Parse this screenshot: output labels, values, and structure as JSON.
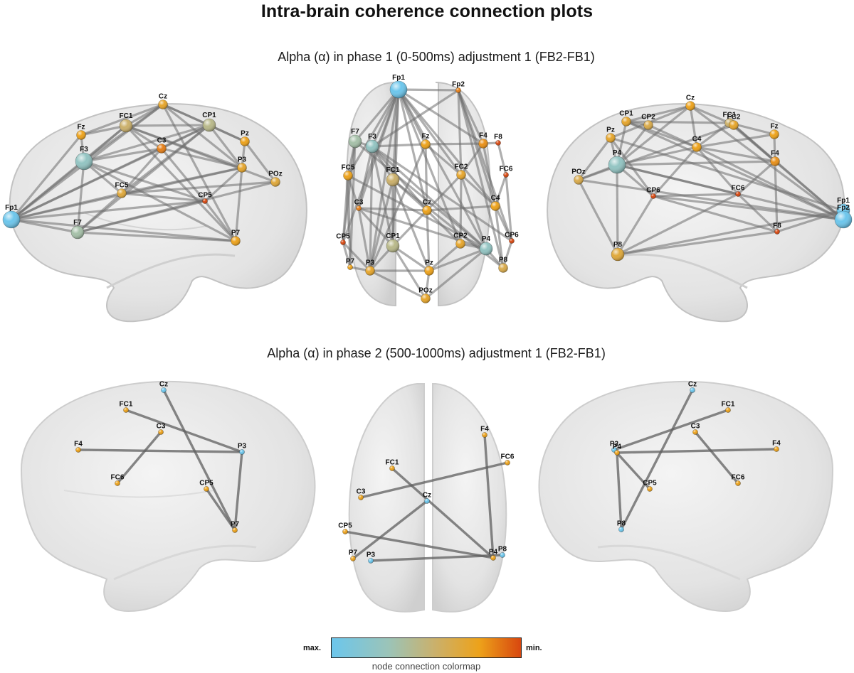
{
  "title": "Intra-brain coherence connection plots",
  "panels": [
    {
      "subtitle": "Alpha (α) in phase 1 (0-500ms) adjustment 1 (FB2-FB1)",
      "views": [
        {
          "view": "left",
          "nodes": [
            {
              "label": "Fp1",
              "level": 0.0,
              "size": "large"
            },
            {
              "label": "F7",
              "level": 0.3,
              "size": "medium"
            },
            {
              "label": "F3",
              "level": 0.2,
              "size": "large"
            },
            {
              "label": "Fz",
              "level": 0.75,
              "size": "small"
            },
            {
              "label": "FC1",
              "level": 0.5,
              "size": "medium"
            },
            {
              "label": "Cz",
              "level": 0.7,
              "size": "small"
            },
            {
              "label": "CP1",
              "level": 0.4,
              "size": "medium"
            },
            {
              "label": "Pz",
              "level": 0.75,
              "size": "small"
            },
            {
              "label": "C3",
              "level": 0.85,
              "size": "small"
            },
            {
              "label": "P3",
              "level": 0.7,
              "size": "small"
            },
            {
              "label": "POz",
              "level": 0.65,
              "size": "small"
            },
            {
              "label": "FC5",
              "level": 0.65,
              "size": "small"
            },
            {
              "label": "CP5",
              "level": 1.0,
              "size": "tiny"
            },
            {
              "label": "P7",
              "level": 0.75,
              "size": "small"
            }
          ]
        },
        {
          "view": "top",
          "nodes": [
            {
              "label": "Fp1",
              "level": 0.0,
              "size": "large"
            },
            {
              "label": "Fp2",
              "level": 0.85,
              "size": "tiny"
            },
            {
              "label": "F7",
              "level": 0.3,
              "size": "medium"
            },
            {
              "label": "F3",
              "level": 0.2,
              "size": "medium"
            },
            {
              "label": "Fz",
              "level": 0.75,
              "size": "small"
            },
            {
              "label": "F4",
              "level": 0.8,
              "size": "small"
            },
            {
              "label": "F8",
              "level": 1.0,
              "size": "tiny"
            },
            {
              "label": "FC5",
              "level": 0.75,
              "size": "small"
            },
            {
              "label": "FC1",
              "level": 0.5,
              "size": "medium"
            },
            {
              "label": "FC2",
              "level": 0.7,
              "size": "small"
            },
            {
              "label": "FC6",
              "level": 1.0,
              "size": "tiny"
            },
            {
              "label": "C3",
              "level": 0.85,
              "size": "tiny"
            },
            {
              "label": "Cz",
              "level": 0.75,
              "size": "small"
            },
            {
              "label": "C4",
              "level": 0.75,
              "size": "small"
            },
            {
              "label": "CP5",
              "level": 1.0,
              "size": "tiny"
            },
            {
              "label": "CP1",
              "level": 0.4,
              "size": "medium"
            },
            {
              "label": "CP2",
              "level": 0.7,
              "size": "small"
            },
            {
              "label": "CP6",
              "level": 1.0,
              "size": "tiny"
            },
            {
              "label": "P7",
              "level": 0.75,
              "size": "tiny"
            },
            {
              "label": "P3",
              "level": 0.7,
              "size": "small"
            },
            {
              "label": "Pz",
              "level": 0.75,
              "size": "small"
            },
            {
              "label": "P4",
              "level": 0.2,
              "size": "medium"
            },
            {
              "label": "P8",
              "level": 0.6,
              "size": "small"
            },
            {
              "label": "POz",
              "level": 0.7,
              "size": "small"
            }
          ]
        },
        {
          "view": "right",
          "nodes": [
            {
              "label": "Fp1",
              "level": 0.0,
              "size": "medium"
            },
            {
              "label": "Fp2",
              "level": 0.0,
              "size": "large"
            },
            {
              "label": "Cz",
              "level": 0.75,
              "size": "small"
            },
            {
              "label": "CP1",
              "level": 0.7,
              "size": "small"
            },
            {
              "label": "CP2",
              "level": 0.6,
              "size": "small"
            },
            {
              "label": "FC1",
              "level": 0.5,
              "size": "small"
            },
            {
              "label": "FC2",
              "level": 0.7,
              "size": "small"
            },
            {
              "label": "Fz",
              "level": 0.75,
              "size": "small"
            },
            {
              "label": "Pz",
              "level": 0.7,
              "size": "small"
            },
            {
              "label": "P4",
              "level": 0.2,
              "size": "large"
            },
            {
              "label": "C4",
              "level": 0.75,
              "size": "small"
            },
            {
              "label": "F4",
              "level": 0.8,
              "size": "small"
            },
            {
              "label": "POz",
              "level": 0.6,
              "size": "small"
            },
            {
              "label": "CP6",
              "level": 1.0,
              "size": "tiny"
            },
            {
              "label": "FC6",
              "level": 1.0,
              "size": "tiny"
            },
            {
              "label": "P8",
              "level": 0.65,
              "size": "medium"
            },
            {
              "label": "F8",
              "level": 1.0,
              "size": "tiny"
            }
          ]
        }
      ]
    },
    {
      "subtitle": "Alpha (α) in phase 2 (500-1000ms) adjustment 1 (FB2-FB1)",
      "views": [
        {
          "view": "left",
          "nodes": [
            {
              "label": "Cz",
              "level": 0.0,
              "size": "tiny"
            },
            {
              "label": "FC1",
              "level": 0.75,
              "size": "tiny"
            },
            {
              "label": "C3",
              "level": 0.75,
              "size": "tiny"
            },
            {
              "label": "F4",
              "level": 0.75,
              "size": "tiny"
            },
            {
              "label": "P3",
              "level": 0.0,
              "size": "tiny"
            },
            {
              "label": "FC6",
              "level": 0.75,
              "size": "tiny"
            },
            {
              "label": "CP5",
              "level": 0.75,
              "size": "tiny"
            },
            {
              "label": "P7",
              "level": 0.75,
              "size": "tiny"
            }
          ]
        },
        {
          "view": "top",
          "nodes": [
            {
              "label": "F4",
              "level": 0.75,
              "size": "tiny"
            },
            {
              "label": "FC6",
              "level": 0.75,
              "size": "tiny"
            },
            {
              "label": "FC1",
              "level": 0.75,
              "size": "tiny"
            },
            {
              "label": "C3",
              "level": 0.75,
              "size": "tiny"
            },
            {
              "label": "Cz",
              "level": 0.0,
              "size": "tiny"
            },
            {
              "label": "CP5",
              "level": 0.75,
              "size": "tiny"
            },
            {
              "label": "P7",
              "level": 0.75,
              "size": "tiny"
            },
            {
              "label": "P3",
              "level": 0.0,
              "size": "tiny"
            },
            {
              "label": "P4",
              "level": 0.75,
              "size": "tiny"
            },
            {
              "label": "P8",
              "level": 0.0,
              "size": "tiny"
            }
          ]
        },
        {
          "view": "right",
          "nodes": [
            {
              "label": "Cz",
              "level": 0.0,
              "size": "tiny"
            },
            {
              "label": "FC1",
              "level": 0.75,
              "size": "tiny"
            },
            {
              "label": "C3",
              "level": 0.75,
              "size": "tiny"
            },
            {
              "label": "P3",
              "level": 0.0,
              "size": "tiny"
            },
            {
              "label": "P4",
              "level": 0.75,
              "size": "tiny"
            },
            {
              "label": "F4",
              "level": 0.75,
              "size": "tiny"
            },
            {
              "label": "FC6",
              "level": 0.75,
              "size": "tiny"
            },
            {
              "label": "CP5",
              "level": 0.75,
              "size": "tiny"
            },
            {
              "label": "P8",
              "level": 0.0,
              "size": "tiny"
            }
          ]
        }
      ]
    }
  ],
  "colorbar": {
    "max_label": "max.",
    "min_label": "min.",
    "caption": "node connection colormap",
    "colors": [
      "#6cc6ec",
      "#9bc4b8",
      "#cbb06a",
      "#eda21a",
      "#d8470f"
    ]
  }
}
